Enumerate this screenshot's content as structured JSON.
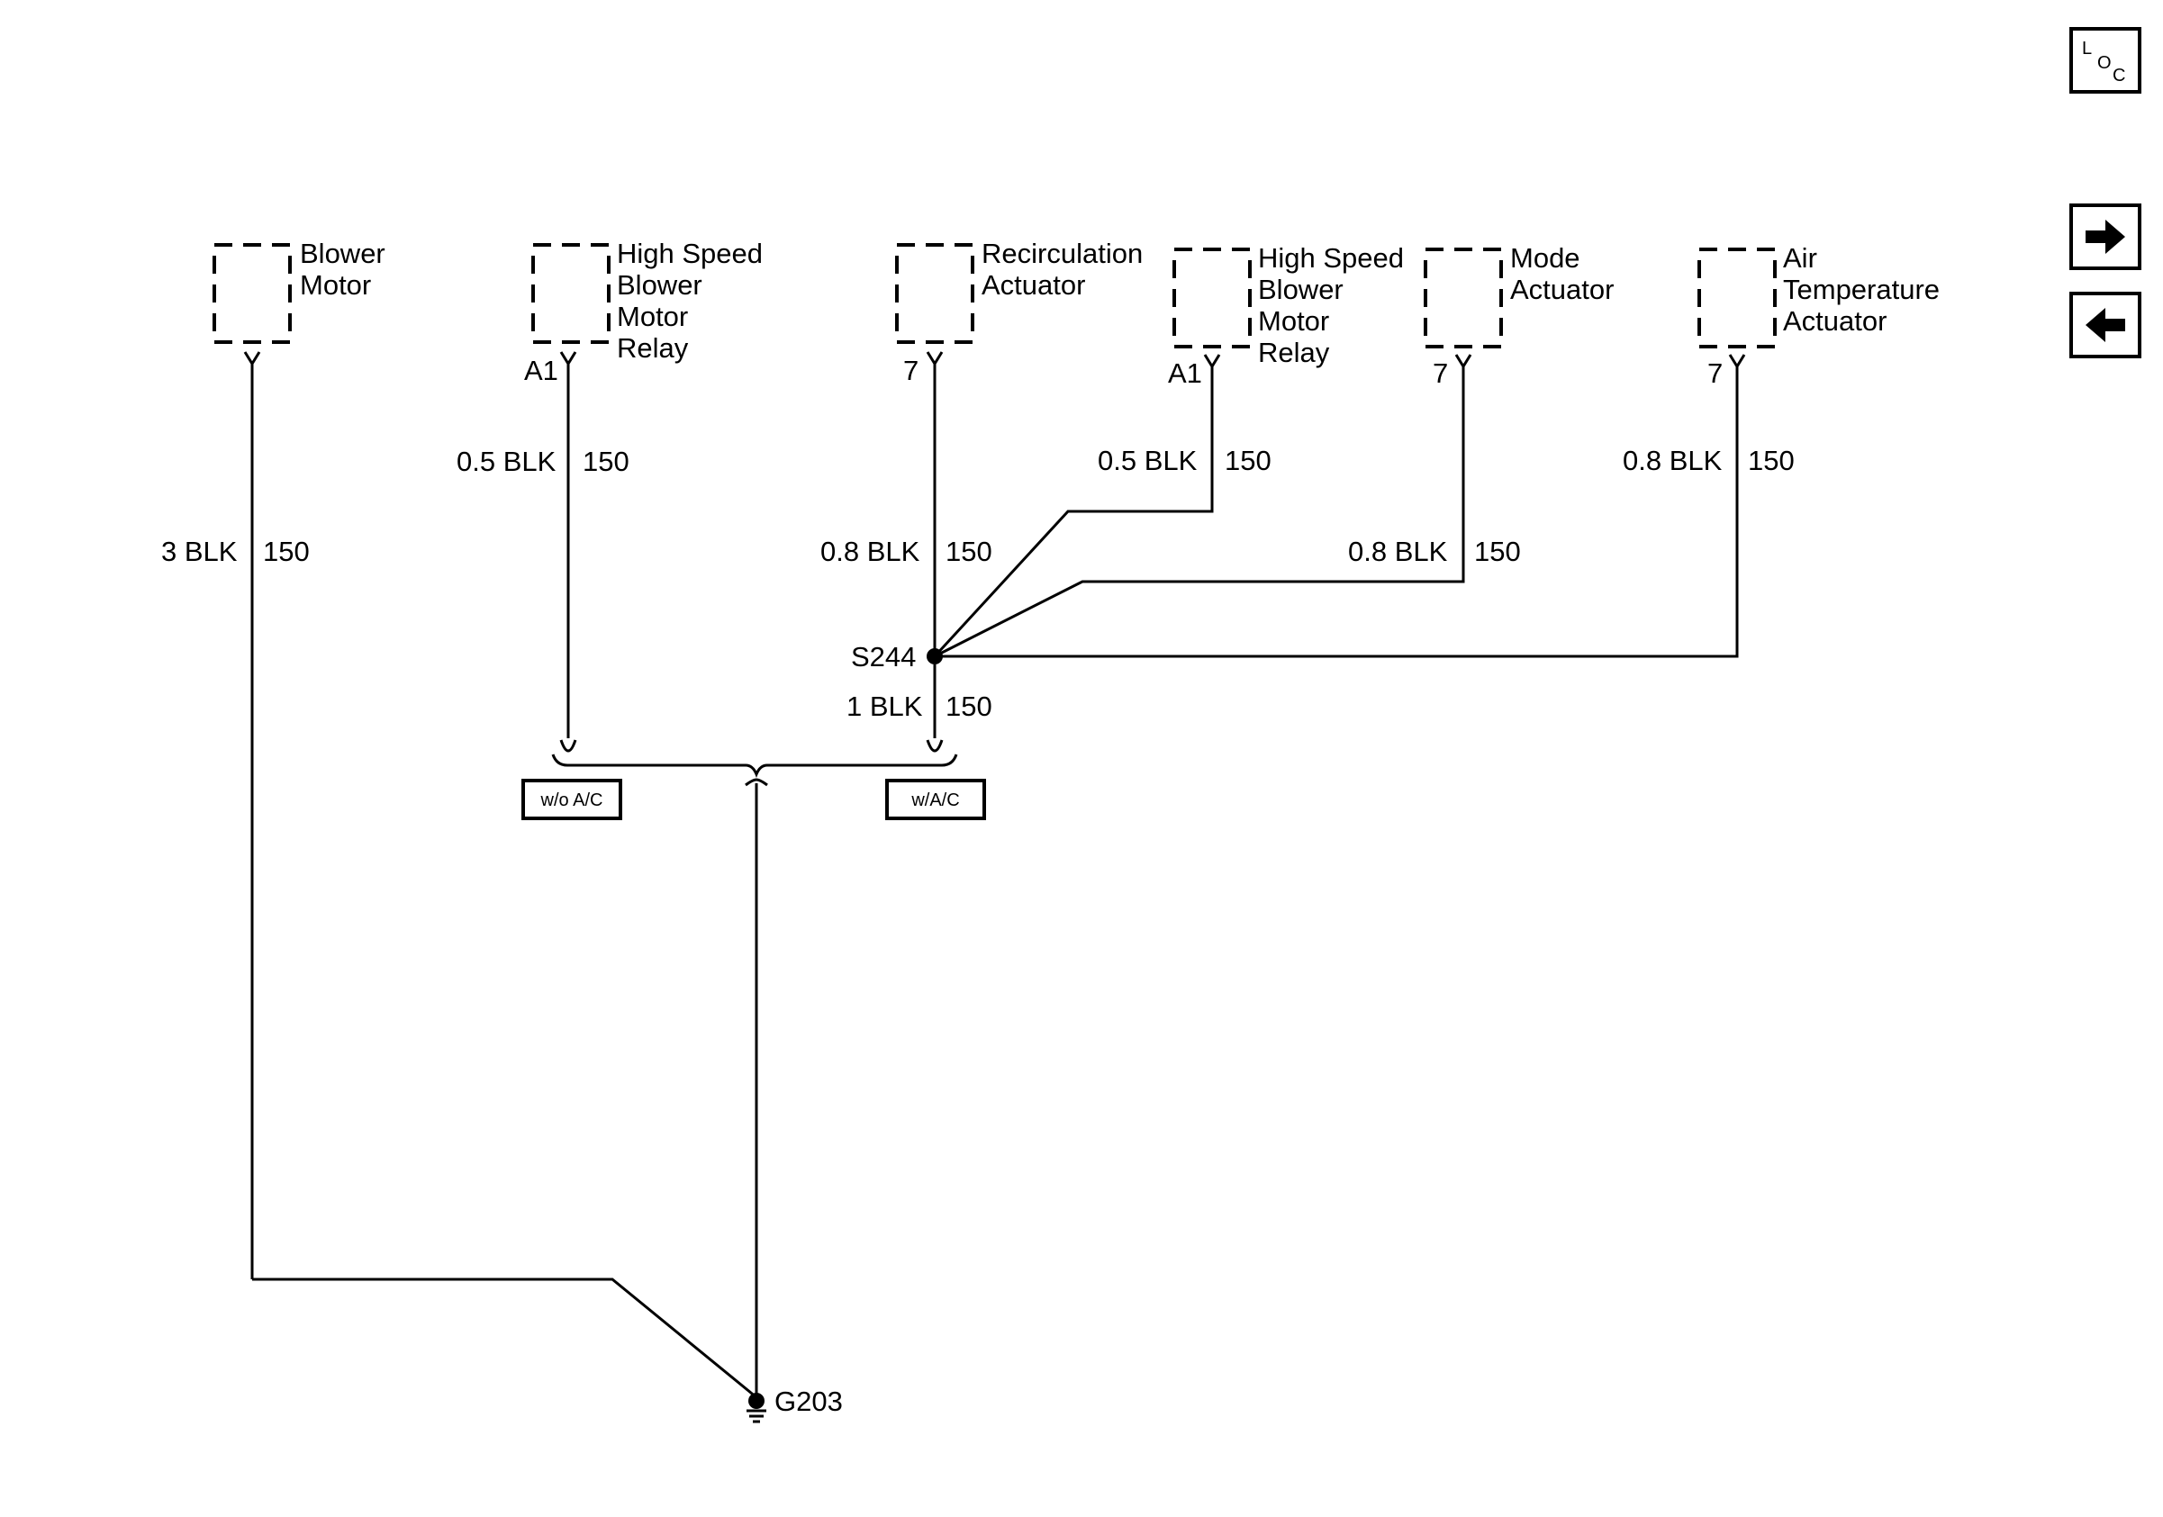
{
  "nav": {
    "loc_l": "L",
    "loc_o": "O",
    "loc_c": "C",
    "forward_icon": "right-arrow-icon",
    "back_icon": "left-arrow-icon"
  },
  "components": {
    "blower_motor": [
      "Blower",
      "Motor"
    ],
    "hs_relay_1": [
      "High Speed",
      "Blower",
      "Motor",
      "Relay"
    ],
    "recirc_actuator": [
      "Recirculation",
      "Actuator"
    ],
    "hs_relay_2": [
      "High Speed",
      "Blower",
      "Motor",
      "Relay"
    ],
    "mode_actuator": [
      "Mode",
      "Actuator"
    ],
    "air_temp_actuator": [
      "Air",
      "Temperature",
      "Actuator"
    ]
  },
  "pins": {
    "hs_relay_1": "A1",
    "recirc_actuator": "7",
    "hs_relay_2": "A1",
    "mode_actuator": "7",
    "air_temp_actuator": "7"
  },
  "wires": {
    "blower_motor": {
      "gauge_color": "3 BLK",
      "circuit": "150"
    },
    "hs_relay_1": {
      "gauge_color": "0.5 BLK",
      "circuit": "150"
    },
    "recirc_actuator": {
      "gauge_color": "0.8 BLK",
      "circuit": "150"
    },
    "hs_relay_2": {
      "gauge_color": "0.5 BLK",
      "circuit": "150"
    },
    "mode_actuator": {
      "gauge_color": "0.8 BLK",
      "circuit": "150"
    },
    "air_temp_actuator": {
      "gauge_color": "0.8 BLK",
      "circuit": "150"
    },
    "splice_to_ground": {
      "gauge_color": "1 BLK",
      "circuit": "150"
    }
  },
  "splice": "S244",
  "ground": "G203",
  "options": {
    "without_ac": "w/o A/C",
    "with_ac": "w/A/C"
  }
}
